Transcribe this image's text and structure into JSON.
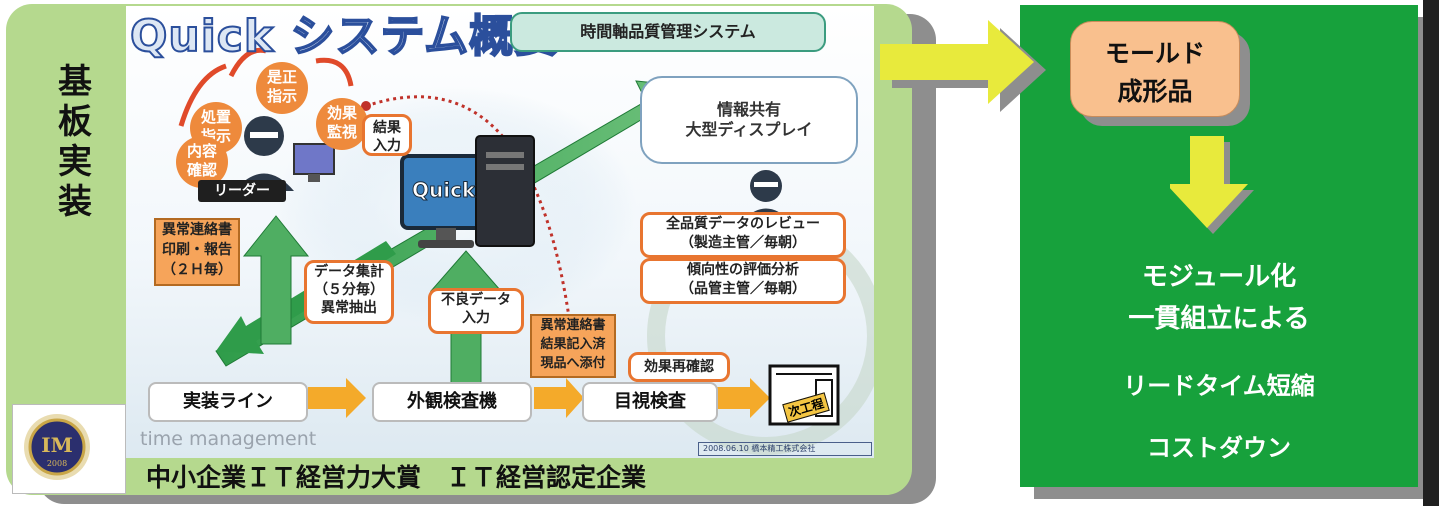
{
  "left_panel": {
    "vertical_label": "基板実装",
    "slide": {
      "title": "Quick システム概要",
      "subtitle": "時間軸品質管理システム",
      "bubbles": [
        "処置指示",
        "是正指示",
        "効果監視",
        "内容確認"
      ],
      "leader_label": "リーダー",
      "result_input": "結果入力",
      "computer_label": "Quick",
      "display_box": "情報共有大型ディスプレイ",
      "review_box": [
        "全品質データのレビュー",
        "（製造主管／毎朝）"
      ],
      "analysis_box": [
        "傾向性の評価分析",
        "（品管主管／毎朝）"
      ],
      "note_print": [
        "異常連絡書",
        "印刷・報告",
        "（２Ｈ毎）"
      ],
      "data_tag": [
        "データ集計",
        "（５分毎）",
        "異常抽出"
      ],
      "defect_tag": [
        "不良データ",
        "入力"
      ],
      "note_attach": [
        "異常連絡書",
        "結果記入済",
        "現品へ添付"
      ],
      "effect_tag": "効果再確認",
      "flow": [
        "実装ライン",
        "外観検査機",
        "目視検査"
      ],
      "next_process": "次工程",
      "watermark": "time management",
      "footer_date": "2008.06.10",
      "footer_company": "橋本精工株式会社"
    },
    "award_seal_year": "2008",
    "award_seal_letters": "IM",
    "bottom_caption": "中小企業ＩＴ経営力大賞　ＩＴ経営認定企業"
  },
  "right_panel": {
    "mold_box": [
      "モールド",
      "成形品"
    ],
    "lines": [
      "モジュール化",
      "一貫組立による",
      "リードタイム短縮",
      "コストダウン"
    ]
  },
  "colors": {
    "panel_green": "#b5d98e",
    "right_green": "#17a13c",
    "arrow_yellow": "#e8ea3c",
    "mold_fill": "#f9c08e",
    "shadow": "#8e8e8e"
  }
}
